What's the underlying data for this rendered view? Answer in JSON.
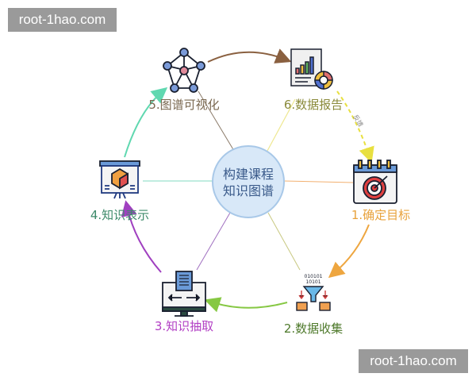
{
  "center": {
    "line1": "构建课程",
    "line2": "知识图谱"
  },
  "steps": [
    {
      "label": "1.确定目标",
      "icon": "target-calendar-icon",
      "color": "#e8a23c"
    },
    {
      "label": "2.数据收集",
      "icon": "data-funnel-icon",
      "color": "#4f7a2c"
    },
    {
      "label": "3.知识抽取",
      "icon": "monitor-document-icon",
      "color": "#b23fc4"
    },
    {
      "label": "4.知识表示",
      "icon": "presentation-board-icon",
      "color": "#3d8a6a"
    },
    {
      "label": "5.图谱可视化",
      "icon": "network-graph-icon",
      "color": "#7a6850"
    },
    {
      "label": "6.数据报告",
      "icon": "report-chart-icon",
      "color": "#8a8a3a"
    }
  ],
  "feedback_label": "反馈",
  "watermarks": [
    "root-1hao.com",
    "root-1hao.com"
  ]
}
